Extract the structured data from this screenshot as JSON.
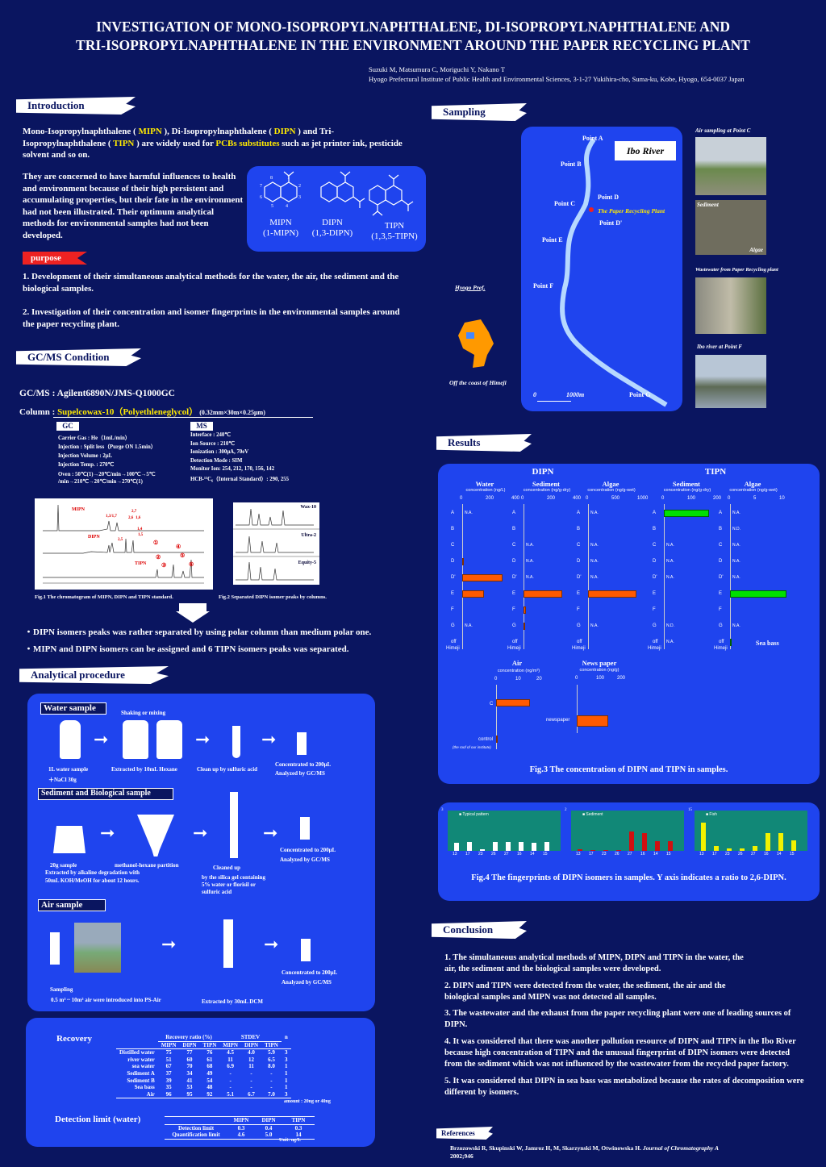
{
  "title_line1": "INVESTIGATION OF MONO-ISOPROPYLNAPHTHALENE,  DI-ISOPROPYLNAPHTHALENE AND",
  "title_line2": "TRI-ISOPROPYLNAPHTHALENE   IN THE ENVIRONMENT AROUND THE PAPER RECYCLING PLANT",
  "authors": "Suzuki M, Matsumura C, Moriguchi Y, Nakano T",
  "affiliation": "Hyogo Prefectural Institute of Public Health and Environmental Sciences, 3-1-27 Yukihira-cho, Suma-ku, Kobe, Hyogo, 654-0037 Japan",
  "sections": {
    "introduction": "Introduction",
    "sampling": "Sampling",
    "gcms": "GC/MS Condition",
    "analytical": "Analytical procedure",
    "results": "Results",
    "conclusion": "Conclusion",
    "references": "References",
    "purpose": "purpose"
  },
  "intro": {
    "p1a": "Mono-Isopropylnaphthalene ( ",
    "mipn": "MIPN",
    "p1b": " ), Di-Isopropylnaphthalene ( ",
    "dipn": "DIPN",
    "p1c": " ) and Tri-Isopropylnaphthalene ( ",
    "tipn": "TIPN",
    "p1d": " ) are widely used for ",
    "pcbs": "PCBs substitutes",
    "p1e": " such as jet printer ink, pesticide solvent and so on.",
    "p2": "They are concerned to have harmful influences to health and environment because of their high persistent and accumulating properties, but their fate in the environment had not been  illustrated. Their optimum analytical methods for environmental samples had not been developed.",
    "purpose1": "1. Development of their simultaneous analytical methods for the water, the air, the sediment and the biological samples.",
    "purpose2": "2. Investigation of their concentration and isomer fingerprints in the environmental samples around the paper recycling plant."
  },
  "molecules": {
    "mipn_name": "MIPN",
    "mipn_sub": "(1-MIPN)",
    "dipn_name": "DIPN",
    "dipn_sub": "(1,3-DIPN)",
    "tipn_name": "TIPN",
    "tipn_sub": "(1,3,5-TIPN)",
    "ring_numbers": [
      "8",
      "1",
      "2",
      "3",
      "4",
      "5",
      "6",
      "7"
    ]
  },
  "gcms": {
    "gcms_line": "GC/MS : Agilent6890N/JMS-Q1000GC",
    "column_label": "Column : ",
    "column_name": "Supelcowax-10（Polyethleneglycol）",
    "column_dims": " (0.32mm×30m×0.25μm)",
    "gc_head": "GC",
    "ms_head": "MS",
    "gc_items": [
      "Carrier  Gas : He（1mL/min）",
      "Injection :   Split less（Purge ON  1.5min）",
      "Injection Volume   : 2μL",
      "Injection Temp. :  270℃",
      "Oven : 50℃(1)→20℃/min→100℃→5℃ /min→210℃→20℃/min→270℃(1)"
    ],
    "ms_items": [
      "Interface : 240℃",
      "Ion Source : 210℃",
      "Ionization : 300μA, 70eV",
      "Detection Mode : SIM",
      "Monitor Ion:  254,  212,  170,  156,  142",
      "HCB-¹³C₆（Internal Standard）:   290, 255"
    ],
    "fig1_caption": "Fig.1 The chromatogram of  MIPN, DIPN and TIPN standard.",
    "fig2_caption": "Fig.2 Separated DIPN isomer peaks by columns.",
    "chrom_labels": [
      "MIPN",
      "DIPN",
      "TIPN",
      "1,3/1,7",
      "2,7",
      "2,6",
      "1,6",
      "1,4",
      "1,5",
      "2,5",
      "①",
      "②",
      "③",
      "④",
      "⑤",
      "⑥"
    ],
    "col_labels": [
      "Wax-10",
      "Ultra-2",
      "Equity-5"
    ],
    "bullet1": "・DIPN isomers peaks was rather separated by using polar column than medium polar one.",
    "bullet2": "・MIPN and DIPN isomers can be assigned and 6 TIPN isomers peaks was separated."
  },
  "sampling": {
    "river_label": "Ibo River",
    "plant_label": "The Paper Recycling Plant",
    "pref_label": "Hyogo Pref.",
    "offcoast_label": "Off the coast of Himeji",
    "points": [
      "Point A",
      "Point B",
      "Point C",
      "Point D",
      "Point D'",
      "Point E",
      "Point F",
      "Point G"
    ],
    "scale_0": "0",
    "scale_1000": "1000m",
    "photo_captions": [
      "Air sampling at Point C",
      "Sediment",
      "Algae",
      "Wastewater from Paper Recycling plant",
      "Ibo river at Point F"
    ]
  },
  "procedure": {
    "water_title": "Water sample",
    "water_steps": [
      "1L water sample",
      "＋NaCl 30g",
      "Shaking or mixing",
      "Extracted by 10mL Hexane",
      "Clean up by sulfuric acid",
      "Concentrated to 200μL",
      "Analyzed by GC/MS"
    ],
    "sed_title": "Sediment and Biological sample",
    "sed_steps": [
      "20g sample",
      "Extracted by alkaline degradation with",
      "50mL KOH/MeOH for about 12 hours.",
      "methanol-hexane partition",
      "Cleaned up",
      "by the silica gel containing",
      "5%  water or florisil or",
      "sulfuric acid",
      "Concentrated to 200μL",
      "Analyzed by GC/MS"
    ],
    "air_title": "Air sample",
    "air_steps": [
      "Sampling",
      "0.5 m³ ~ 10m³ air were introduced into PS-Air",
      "Extracted by 30mL DCM",
      "Concentrated to 200μL",
      "Analyzed by GC/MS"
    ]
  },
  "recovery": {
    "label": "Recovery",
    "ratio_head": "Recovery ratio (%)",
    "stdev_head": "STDEV",
    "n_head": "n",
    "cols": [
      "MIPN",
      "DIPN",
      "TIPN",
      "MIPN",
      "DIPN",
      "TIPN"
    ],
    "rows": [
      [
        "Distilled water",
        "75",
        "77",
        "76",
        "4.5",
        "4.0",
        "5.9",
        "3"
      ],
      [
        "river water",
        "51",
        "60",
        "61",
        "11",
        "12",
        "6.5",
        "3"
      ],
      [
        "sea water",
        "67",
        "70",
        "68",
        "6.9",
        "11",
        "8.0",
        "1"
      ],
      [
        "Sediment A",
        "37",
        "34",
        "49",
        "-",
        "-",
        "-",
        "1"
      ],
      [
        "Sediment B",
        "39",
        "41",
        "54",
        "-",
        "-",
        "-",
        "1"
      ],
      [
        "Sea bass",
        "35",
        "53",
        "48",
        "-",
        "-",
        "-",
        "1"
      ],
      [
        "Air",
        "96",
        "95",
        "92",
        "5.1",
        "6.7",
        "7.0",
        "3"
      ]
    ],
    "amount_note": "amount : 20ng or 40ng"
  },
  "detection": {
    "label": "Detection limit (water)",
    "cols": [
      "MIPN",
      "DIPN",
      "TIPN"
    ],
    "rows": [
      [
        "Detection limit",
        "0.3",
        "0.4",
        "0.3"
      ],
      [
        "Quantification limit",
        "4.6",
        "5.0",
        "14"
      ]
    ],
    "unit": "Unit: ng/L"
  },
  "results": {
    "dipn_head": "DIPN",
    "tipn_head": "TIPN",
    "groups": [
      "Water",
      "Sediment",
      "Algae",
      "Sediment",
      "Algae"
    ],
    "units": [
      "concentration (ng/L)",
      "concentration (ng/g-dry)",
      "concentration (ng/g-wet)",
      "concentration (ng/g-dry)",
      "concentration (ng/g-wet)"
    ],
    "ticks": [
      [
        "0",
        "200",
        "400"
      ],
      [
        "0",
        "200",
        "400"
      ],
      [
        "0",
        "500",
        "1000"
      ],
      [
        "0",
        "100",
        "200"
      ],
      [
        "0",
        "5",
        "10"
      ]
    ],
    "sea_bass": "Sea bass",
    "air_head": "Air",
    "air_unit": "concentration (ng/m³)",
    "air_ticks": [
      "0",
      "10",
      "20"
    ],
    "air_rows": [
      "C",
      "control",
      "(the roof of our institute)"
    ],
    "news_head": "News paper",
    "news_unit": "concentration (ng/g)",
    "news_ticks": [
      "0",
      "100",
      "200"
    ],
    "news_row": "newspaper",
    "fig3_caption": "Fig.3 The concentration of DIPN and TIPN in samples.",
    "fig4_caption": "Fig.4 The fingerprints of DIPN isomers in samples. Y axis indicates a ratio to 2,6-DIPN.",
    "fp_legends": [
      "Typical pattern",
      "Sediment",
      "Fish"
    ]
  },
  "chart_data": [
    {
      "type": "bar",
      "title": "DIPN Water",
      "xlabel": "concentration (ng/L)",
      "categories": [
        "A",
        "B",
        "C",
        "D",
        "D'",
        "E",
        "F",
        "G",
        "off Himeji"
      ],
      "values": [
        0,
        0,
        0,
        5,
        310,
        170,
        0,
        0,
        null
      ],
      "xlim": [
        0,
        400
      ],
      "annotations": {
        "A": "N.A.",
        "G": "N.A.",
        "off Himeji": ""
      }
    },
    {
      "type": "bar",
      "title": "DIPN Sediment",
      "xlabel": "concentration (ng/g-dry)",
      "categories": [
        "A",
        "B",
        "C",
        "D",
        "D'",
        "E",
        "F",
        "G",
        "off Himeji"
      ],
      "values": [
        null,
        0,
        0,
        0,
        0,
        300,
        20,
        5,
        0
      ],
      "xlim": [
        0,
        400
      ],
      "annotations": {
        "C": "N.A.",
        "D": "N.A.",
        "D'": "N.A."
      }
    },
    {
      "type": "bar",
      "title": "DIPN Algae",
      "xlabel": "concentration (ng/g-wet)",
      "categories": [
        "A",
        "B",
        "C",
        "D",
        "D'",
        "E",
        "F",
        "G",
        "off Himeji"
      ],
      "values": [
        0,
        0,
        0,
        0,
        0,
        940,
        0,
        0,
        0
      ],
      "xlim": [
        0,
        1000
      ],
      "annotations": {
        "A": "N.A.",
        "C": "N.A.",
        "D": "N.A.",
        "D'": "N.A.",
        "G": "N.A."
      }
    },
    {
      "type": "bar",
      "title": "TIPN Sediment",
      "xlabel": "concentration (ng/g-dry)",
      "categories": [
        "A",
        "B",
        "C",
        "D",
        "D'",
        "E",
        "F",
        "G",
        "off Himeji"
      ],
      "values": [
        175,
        0,
        0,
        0,
        0,
        0,
        0,
        0,
        0
      ],
      "xlim": [
        0,
        200
      ],
      "annotations": {
        "C": "N.A.",
        "D": "N.A.",
        "D'": "N.A.",
        "G": "N.D.",
        "off Himeji": "N.A."
      }
    },
    {
      "type": "bar",
      "title": "TIPN Algae",
      "xlabel": "concentration (ng/g-wet)",
      "categories": [
        "A",
        "B",
        "C",
        "D",
        "D'",
        "E",
        "F",
        "G",
        "off Himeji"
      ],
      "values": [
        0,
        0,
        0,
        0,
        0,
        11,
        0,
        0,
        0.2
      ],
      "xlim": [
        0,
        10
      ],
      "annotations": {
        "A": "N.A.",
        "B": "N.D.",
        "C": "N.A.",
        "D": "N.A.",
        "D'": "N.A.",
        "G": "N.A.",
        "off Himeji": "Sea bass"
      }
    },
    {
      "type": "bar",
      "title": "Air",
      "xlabel": "concentration (ng/m³)",
      "categories": [
        "C",
        "control"
      ],
      "values": [
        16,
        0.5
      ],
      "xlim": [
        0,
        20
      ]
    },
    {
      "type": "bar",
      "title": "News paper",
      "xlabel": "concentration (ng/g)",
      "categories": [
        "newspaper"
      ],
      "values": [
        150
      ],
      "xlim": [
        0,
        200
      ]
    },
    {
      "type": "bar",
      "title": "Typical pattern",
      "categories": [
        "13",
        "17",
        "23",
        "26",
        "27",
        "16",
        "14",
        "15"
      ],
      "values": [
        0.6,
        0.7,
        0.1,
        0.7,
        0.7,
        0.7,
        0.6,
        0.7
      ],
      "ylim": [
        0,
        3
      ]
    },
    {
      "type": "bar",
      "title": "Sediment",
      "categories": [
        "13",
        "17",
        "23",
        "26",
        "27",
        "16",
        "14",
        "15"
      ],
      "values": [
        0.1,
        0.05,
        0.05,
        0.05,
        1.0,
        0.9,
        0.5,
        0.5
      ],
      "ylim": [
        0,
        2
      ]
    },
    {
      "type": "bar",
      "title": "Fish",
      "categories": [
        "13",
        "17",
        "23",
        "26",
        "27",
        "16",
        "14",
        "15"
      ],
      "values": [
        11,
        2,
        1,
        1,
        2,
        7,
        7,
        4
      ],
      "ylim": [
        0,
        15
      ]
    }
  ],
  "conclusion": [
    "1. The simultaneous analytical methods of MIPN, DIPN and TIPN in the water, the air, the sediment  and the biological samples were developed.",
    "2. DIPN and TIPN were detected from the water, the sediment, the air and the biological samples and MIPN was not detected all samples.",
    "3. The wastewater and the exhaust from the paper recycling plant were one of leading sources of DIPN.",
    "4. It was considered that there was another pollution resource of DIPN and TIPN in the Ibo River because high concentration of TIPN and the unusual fingerprint of DIPN isomers were detected from the sediment which was not influenced by the wastewater from the recycled paper factory.",
    "5. It was considered that DIPN in sea bass was metabolized because the rates of decomposition were different by isomers."
  ],
  "reference": {
    "authors": "Brzozowski R, Skupinski W, Jamroz H, M, Skarzynski M, Otwinowska H. ",
    "journal": "Journal of Chromatography A",
    "year": "2002;946"
  }
}
